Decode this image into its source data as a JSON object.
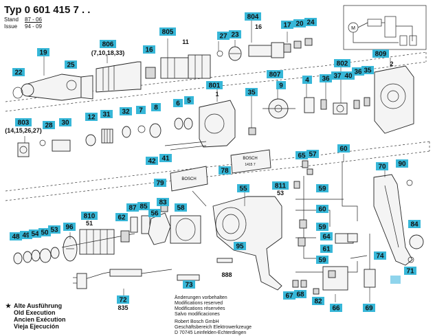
{
  "header": {
    "type_label": "Typ",
    "type_value": "0 601 415 7 . .",
    "stand_label": "Stand",
    "stand_value": "87 - 06",
    "issue_label": "Issue",
    "issue_value": "94 - 09"
  },
  "callouts": {
    "c19": "19",
    "c22": "22",
    "c25": "25",
    "c806": "806",
    "c805": "805",
    "c16": "16",
    "c804": "804",
    "c27": "27",
    "c23": "23",
    "c17": "17",
    "c20": "20",
    "c24": "24",
    "c809": "809",
    "c802": "802",
    "c807": "807",
    "c9": "9",
    "c801": "801",
    "c36": "36",
    "c37": "37",
    "c40": "40",
    "c36b": "36",
    "c35": "35",
    "c4": "4",
    "c6": "6",
    "c5": "5",
    "c35b": "35",
    "c803": "803",
    "c28": "28",
    "c30": "30",
    "c12": "12",
    "c31": "31",
    "c32": "32",
    "c7": "7",
    "c8": "8",
    "c42": "42",
    "c41": "41",
    "c78": "78",
    "c79": "79",
    "c65": "65",
    "c57": "57",
    "c60": "60",
    "c70": "70",
    "c90": "90",
    "c811": "811",
    "c59": "59",
    "c55": "55",
    "c60b": "60",
    "c59b": "59",
    "c64": "64",
    "c61": "61",
    "c84": "84",
    "c74": "74",
    "c71": "71",
    "c59c": "59",
    "c810": "810",
    "c62": "62",
    "c87": "87",
    "c85": "85",
    "c83": "83",
    "c58": "58",
    "c56": "56",
    "c48": "48",
    "c49": "49",
    "c54": "54",
    "c50": "50",
    "c53": "53",
    "c96": "96",
    "c95": "95",
    "c73": "73",
    "c72": "72",
    "c67": "67",
    "c68": "68",
    "c82": "82",
    "c66": "66",
    "c69": "69"
  },
  "sublabels": {
    "s806": "(7,10,18,33)",
    "s803": "(14,15,26,27)",
    "s811": "53",
    "s810": "51",
    "s72": "835",
    "s95": "888",
    "s804": "16",
    "s805": "11",
    "s809": "2",
    "s801": "1"
  },
  "stickers": {
    "bosch": "BOSCH",
    "plate_lines": "1415 7"
  },
  "legend": {
    "star": "★",
    "line1": "Alte Ausführung",
    "line2": "Old Execution",
    "line3": "Ancien Exécution",
    "line4": "Vieja Ejecución"
  },
  "footer": {
    "l1": "Änderungen vorbehalten",
    "l2": "Modifications reserved",
    "l3": "Modifications réservées",
    "l4": "Salvo modificaciones",
    "l5": "Robert Bosch GmbH",
    "l6": "Geschäftsbereich Elektrowerkzeuge",
    "l7": "D 70745 Leinfelden-Echterdingen"
  },
  "colors": {
    "callout_fill": "#37b7d8",
    "accent_tag": "#8fd4ec",
    "line": "#222222",
    "background": "#ffffff"
  }
}
